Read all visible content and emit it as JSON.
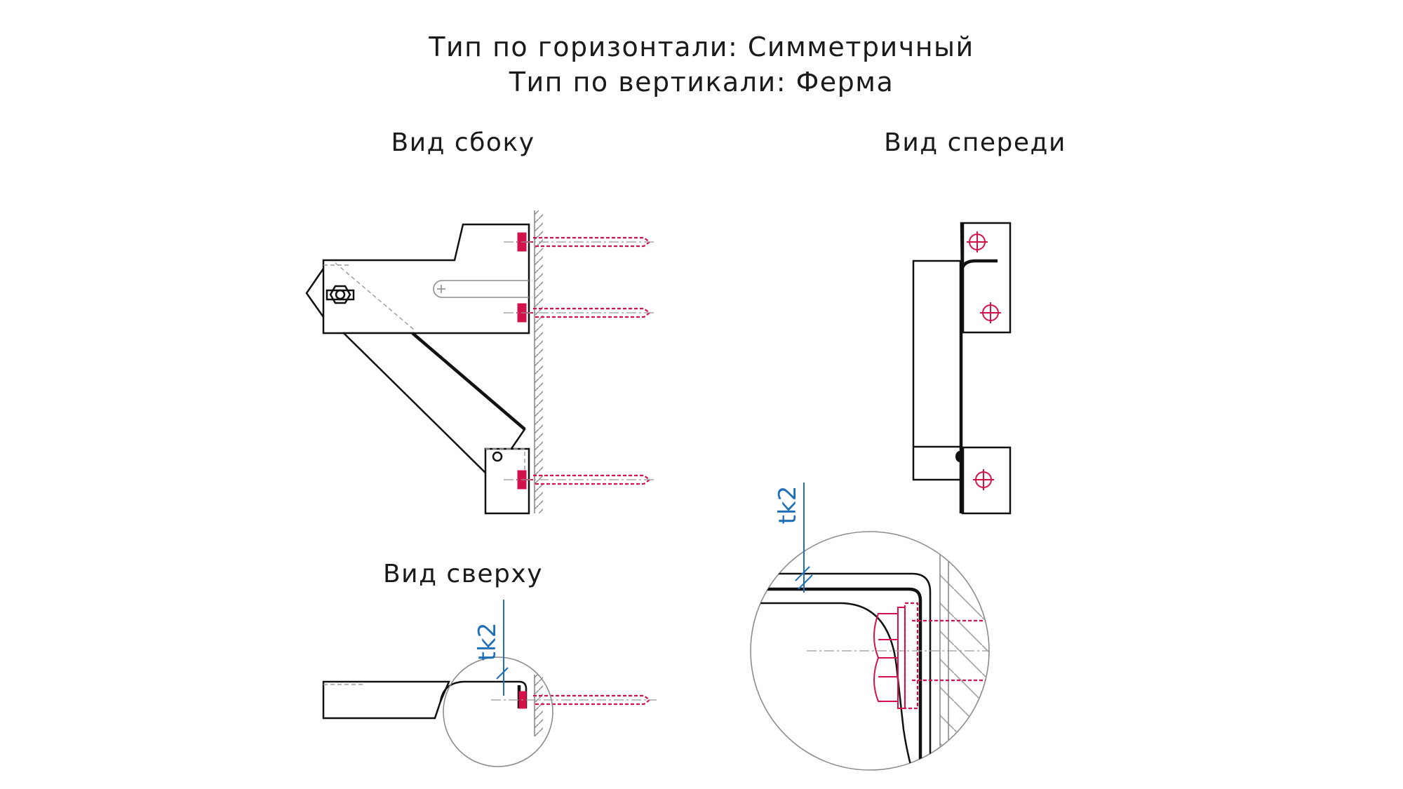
{
  "header": {
    "line1": "Тип по горизонтали: Симметричный",
    "line2": "Тип по вертикали: Ферма"
  },
  "views": {
    "side": "Вид сбоку",
    "front": "Вид спереди",
    "top": "Вид сверху"
  },
  "dimensions": {
    "top_view_label": "tk2",
    "detail_label": "tk2"
  },
  "colors": {
    "outline": "#111111",
    "fastener": "#d3124a",
    "dimension": "#1f6fb8",
    "hidden": "#9a9a9a"
  }
}
